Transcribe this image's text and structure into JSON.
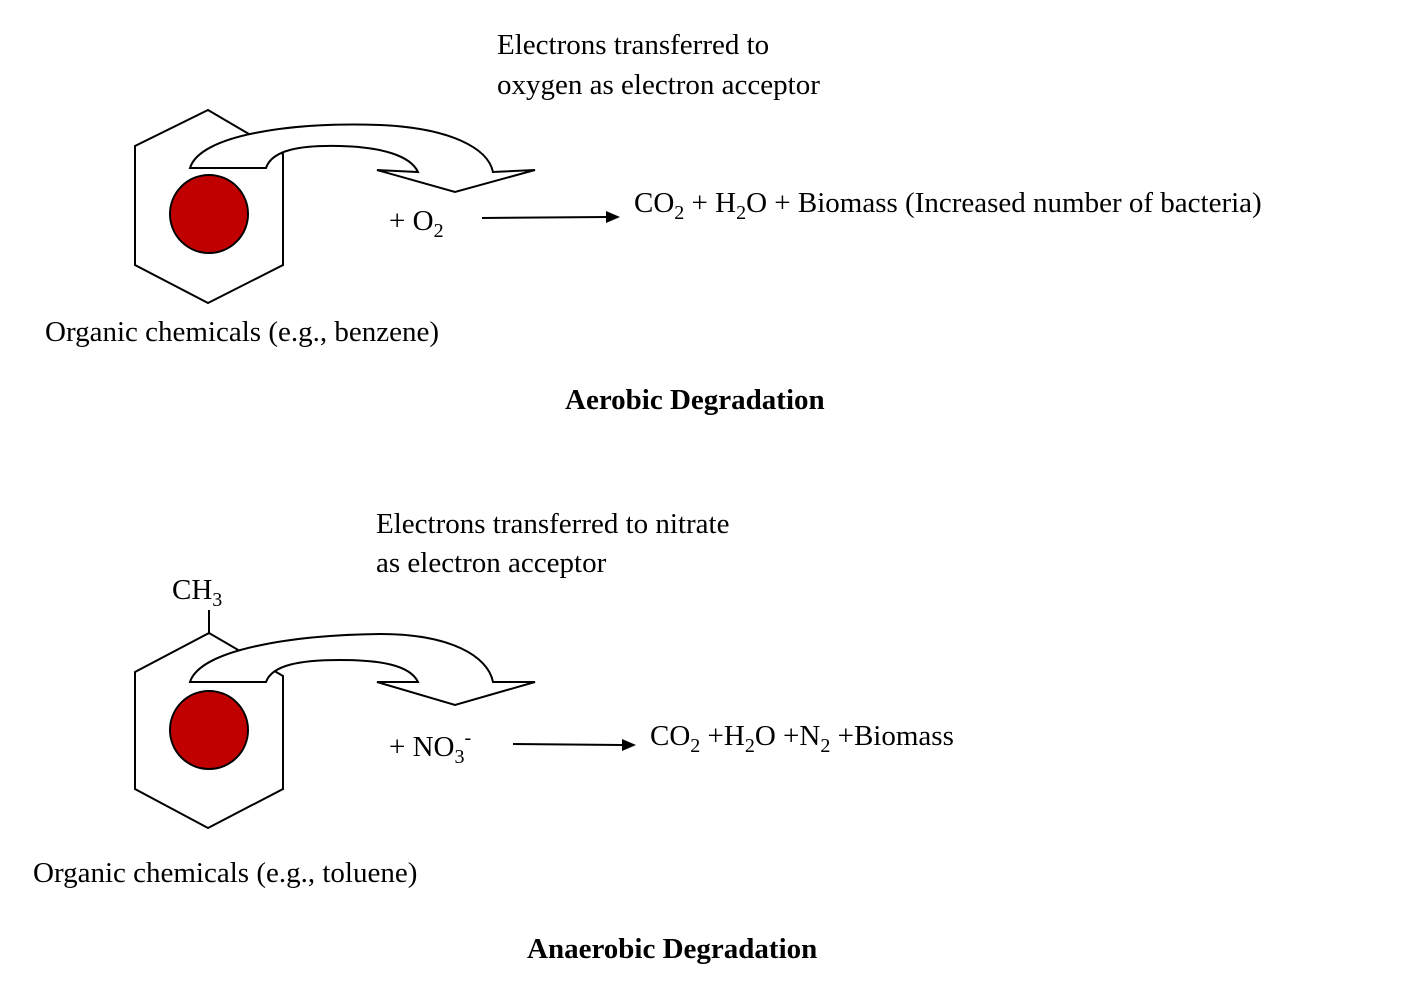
{
  "aerobic": {
    "note_line1": "Electrons transferred to",
    "note_line2": "oxygen as electron acceptor",
    "reactant": {
      "plus": "+ O",
      "sub": "2"
    },
    "products": {
      "p1": "CO",
      "s1": "2",
      "p2": " + H",
      "s2": "2",
      "p3": "O + Biomass (Increased number of bacteria)"
    },
    "molecule_label": "Organic chemicals (e.g., benzene)",
    "title": "Aerobic Degradation"
  },
  "anaerobic": {
    "note_line1": "Electrons transferred to nitrate",
    "note_line2": "as electron acceptor",
    "substituent": {
      "text": "CH",
      "sub": "3"
    },
    "reactant": {
      "plus": "+ NO",
      "sub": "3",
      "sup": "-"
    },
    "products": {
      "p1": "CO",
      "s1": "2",
      "p2": " +H",
      "s2": "2",
      "p3": "O +N",
      "s3": "2",
      "p4": " +Biomass"
    },
    "molecule_label": "Organic chemicals (e.g., toluene)",
    "title": "Anaerobic Degradation"
  },
  "colors": {
    "ring_dot": "#c00000",
    "ink": "#000000"
  }
}
